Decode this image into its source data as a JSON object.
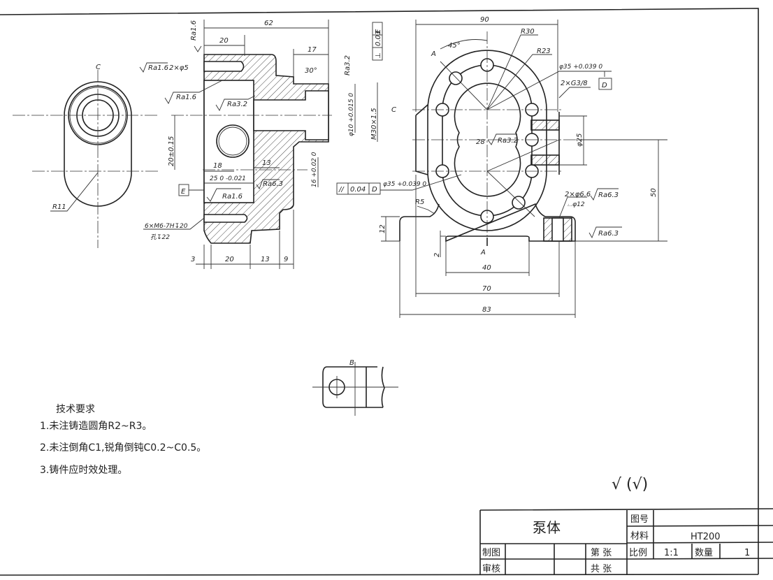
{
  "title_block": {
    "part_name": "泵体",
    "drawing_no_label": "图号",
    "material_label": "材料",
    "material": "HT200",
    "drawn_by_label": "制图",
    "checked_by_label": "审核",
    "sheet_label": "第 张",
    "total_sheets_label": "共 张",
    "scale_label": "比例",
    "scale": "1:1",
    "quantity_label": "数量",
    "quantity": "1"
  },
  "tech_requirements": {
    "heading": "技术要求",
    "items": [
      "1.未注铸造圆角R2~R3。",
      "2.未注倒角C1,锐角倒钝C0.2~C0.5。",
      "3.铸件应时效处理。"
    ]
  },
  "roughness_note": "√ (√)",
  "left_view": {
    "section_label": "C",
    "radius": "R11"
  },
  "section_view": {
    "overall_length": "62",
    "flange_length": "20",
    "ra_top": "Ra1.6",
    "ra_hole": "Ra1.6",
    "pin_holes": "2×φ5",
    "ra_bore": "Ra1.6",
    "ra_inner": "Ra3.2",
    "boss_length": "17",
    "chamfer_angle": "30°",
    "ra_boss": "Ra3.2",
    "perpendicularity": [
      "⊥",
      "0.03",
      "E"
    ],
    "bore_dia": "φ10 +0.015 0",
    "thread": "M30×1.5",
    "c_marker": "C",
    "center_height": "20±0.15",
    "dim_18": "18",
    "dim_13a": "13",
    "cavity_width": "25 0 -0.021",
    "ra_cavity": "Ra6.3",
    "dim_16": "16 +0.02 0",
    "datum_e": "E",
    "ra_bottom": "Ra1.6",
    "tapped_holes": "6×M6-7H↧20",
    "tapped_holes_2": "孔↧22",
    "bottom_dims": [
      "3",
      "20",
      "13",
      "9"
    ]
  },
  "front_view": {
    "width": "90",
    "angle": "45°",
    "section_a": "A",
    "r30": "R30",
    "r23": "R23",
    "bore_top": "φ35 +0.039 0",
    "datum_d": "D",
    "port": "2×G3/8",
    "gear_center": "28",
    "ra_gear": "Ra3.2",
    "port_dia": "φ25",
    "height": "50",
    "parallelism": [
      "//",
      "0.04",
      "D"
    ],
    "bore_bottom": "φ35 +0.039 0",
    "r5": "R5",
    "mount_holes": "2×φ6.6",
    "counterbore": "⌴φ12",
    "ra_mount": "Ra6.3",
    "base_height": "12",
    "recess_depth": "2",
    "view_a": "A",
    "recess_width": "40",
    "hole_spacing": "70",
    "base_width": "83",
    "ra_base": "Ra6.3"
  },
  "detail_view": {
    "label": "B"
  }
}
